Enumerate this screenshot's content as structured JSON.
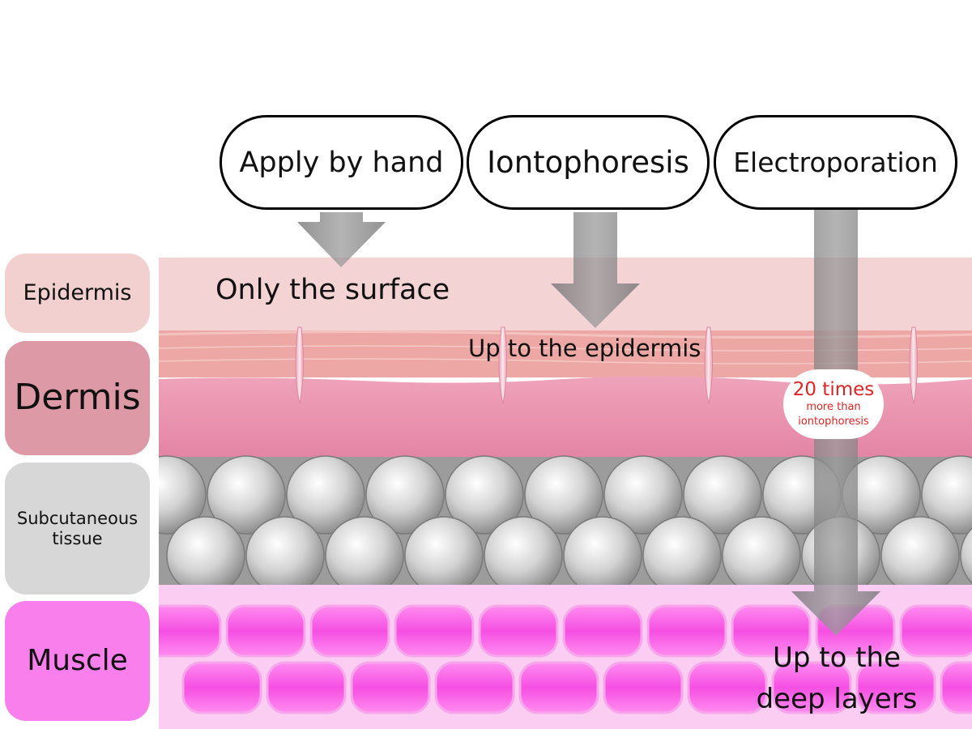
{
  "layers": {
    "epidermis": "Epidermis",
    "dermis": "Dermis",
    "subcutaneous": "Subcutaneous tissue",
    "muscle": "Muscle"
  },
  "methods": {
    "hand": "Apply by hand",
    "iontophoresis": "Iontophoresis",
    "electroporation": "Electroporation"
  },
  "results": {
    "hand": "Only the surface",
    "iontophoresis": "Up to the epidermis",
    "electroporation": "Up to the deep layers"
  },
  "badge": {
    "main": "20 times",
    "sub": "more than iontophoresis"
  },
  "colors": {
    "epidermis": "#f1d0cf",
    "dermis": "#dd9aa6",
    "subcutaneous": "#d7d7d7",
    "muscle": "#f97fed",
    "badge_text": "#e02424"
  },
  "icons": {
    "arrow": "down-arrow-icon"
  }
}
